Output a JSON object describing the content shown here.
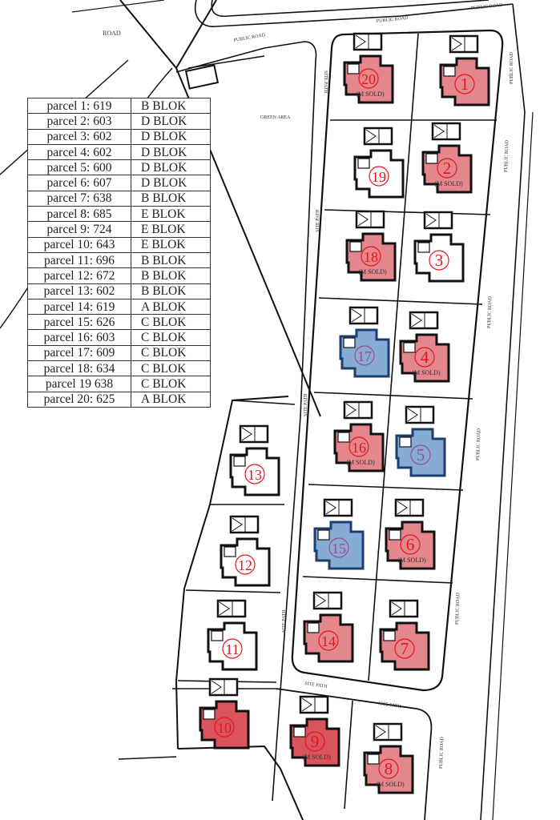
{
  "title_labels": {
    "road": "ROAD",
    "public_road": "PUBLIC ROAD",
    "green_area": "GREEN AREA",
    "site_path": "SITE PATH"
  },
  "legend": [
    {
      "parcel": "parcel 1: 619",
      "blok": "B BLOK"
    },
    {
      "parcel": "parcel 2: 603",
      "blok": "D BLOK"
    },
    {
      "parcel": "parcel 3: 602",
      "blok": "D BLOK"
    },
    {
      "parcel": "parcel 4: 602",
      "blok": "D BLOK"
    },
    {
      "parcel": "parcel 5: 600",
      "blok": "D BLOK"
    },
    {
      "parcel": "parcel 6: 607",
      "blok": "D BLOK"
    },
    {
      "parcel": "parcel 7: 638",
      "blok": "B BLOK"
    },
    {
      "parcel": "parcel 8: 685",
      "blok": "E BLOK"
    },
    {
      "parcel": "parcel 9: 724",
      "blok": "E BLOK"
    },
    {
      "parcel": "parcel 10: 643",
      "blok": "E BLOK"
    },
    {
      "parcel": "parcel 11: 696",
      "blok": "B BLOK"
    },
    {
      "parcel": "parcel 12: 672",
      "blok": "B BLOK"
    },
    {
      "parcel": "parcel 13: 602",
      "blok": "B BLOK"
    },
    {
      "parcel": "parcel 14: 619",
      "blok": "A BLOK"
    },
    {
      "parcel": "parcel 15: 626",
      "blok": "C BLOK"
    },
    {
      "parcel": "parcel 16: 603",
      "blok": "C BLOK"
    },
    {
      "parcel": "parcel 17: 609",
      "blok": "C BLOK"
    },
    {
      "parcel": "parcel 18: 634",
      "blok": "C BLOK"
    },
    {
      "parcel": "parcel 19 638",
      "blok": "C BLOK"
    },
    {
      "parcel": "parcel 20: 625",
      "blok": "A BLOK"
    }
  ],
  "colors": {
    "red": "#e3878d",
    "red_dark": "#d9545c",
    "blue": "#86acd6",
    "white": "#ffffff",
    "num_red": "#e8141c",
    "num_purple": "#9b4f86"
  },
  "parcels": [
    {
      "id": "1",
      "status": "red",
      "sold": ""
    },
    {
      "id": "2",
      "status": "red",
      "sold": "(M SOLD)"
    },
    {
      "id": "3",
      "status": "white",
      "sold": ""
    },
    {
      "id": "4",
      "status": "red",
      "sold": "(M SOLD)"
    },
    {
      "id": "5",
      "status": "blue",
      "sold": ""
    },
    {
      "id": "6",
      "status": "red",
      "sold": "(M SOLD)"
    },
    {
      "id": "7",
      "status": "red",
      "sold": ""
    },
    {
      "id": "8",
      "status": "red",
      "sold": "(M SOLD)"
    },
    {
      "id": "9",
      "status": "red_dark",
      "sold": "(M SOLD)"
    },
    {
      "id": "10",
      "status": "red_dark",
      "sold": ""
    },
    {
      "id": "11",
      "status": "white",
      "sold": ""
    },
    {
      "id": "12",
      "status": "white",
      "sold": ""
    },
    {
      "id": "13",
      "status": "white",
      "sold": ""
    },
    {
      "id": "14",
      "status": "red",
      "sold": ""
    },
    {
      "id": "15",
      "status": "blue",
      "sold": ""
    },
    {
      "id": "16",
      "status": "red",
      "sold": "(M SOLD)"
    },
    {
      "id": "17",
      "status": "blue",
      "sold": ""
    },
    {
      "id": "18",
      "status": "red",
      "sold": "(M SOLD)"
    },
    {
      "id": "19",
      "status": "white",
      "sold": ""
    },
    {
      "id": "20",
      "status": "red",
      "sold": "(M SOLD)"
    }
  ]
}
